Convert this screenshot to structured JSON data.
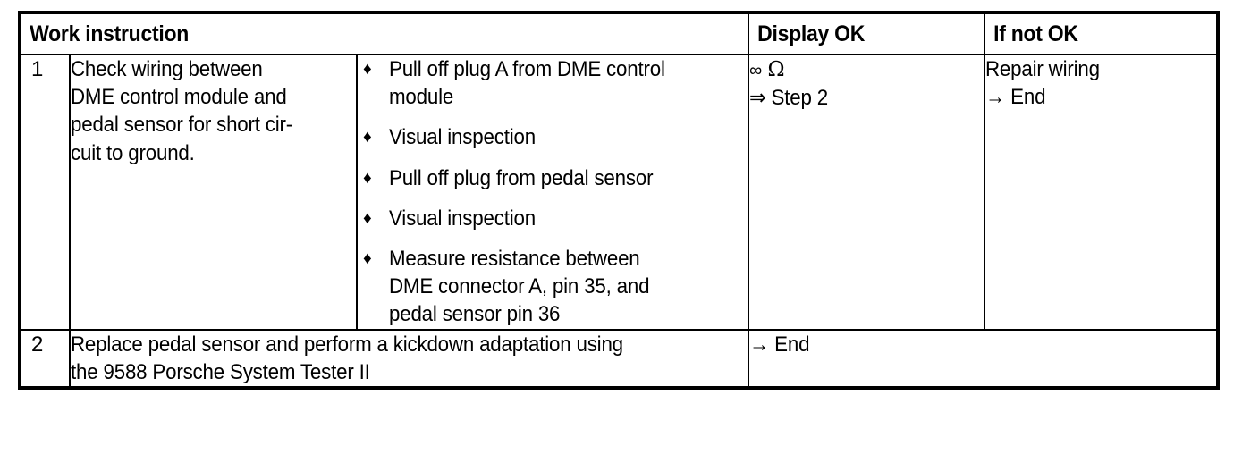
{
  "table": {
    "headers": {
      "work_instruction": "Work instruction",
      "display_ok": "Display OK",
      "if_not_ok": "If not OK"
    },
    "rows": [
      {
        "number": "1",
        "task": "Check wiring between\nDME control module and\npedal sensor for short cir-\ncuit to ground.",
        "steps": [
          "Pull off plug A from DME control\nmodule",
          "Visual inspection",
          "Pull off plug from pedal sensor",
          "Visual inspection",
          "Measure resistance between\nDME connector A, pin 35, and\npedal sensor pin 36"
        ],
        "bullet_glyph": "♦",
        "display_ok": {
          "infinity": "∞",
          "ohm": "Ω",
          "next": "⇒ Step 2"
        },
        "if_not_ok": {
          "line1": "Repair wiring",
          "line2": "→ End"
        }
      },
      {
        "number": "2",
        "task": "Replace pedal sensor and perform a kickdown adaptation using\nthe 9588 Porsche System Tester II",
        "display_ok": "→ End"
      }
    ]
  },
  "colors": {
    "text": "#000000",
    "border": "#000000",
    "background": "#ffffff"
  }
}
